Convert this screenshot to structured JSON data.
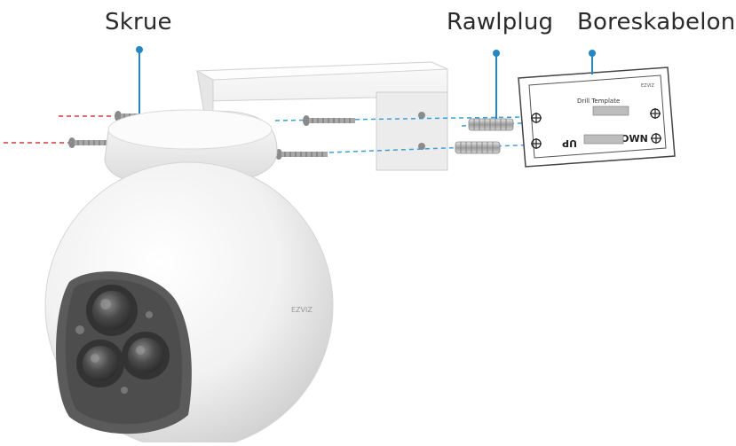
{
  "labels": {
    "screw": "Skrue",
    "wall_plug": "Rawlplug",
    "drill_template": "Boreskabelon"
  },
  "template_text": {
    "mark_up": "UP",
    "mark_down": "DOWN",
    "heading": "Drill Template",
    "tiny": "EZVIZ"
  },
  "brand_mark": "EZVIZ",
  "colors": {
    "callout_line": "#1e88c8",
    "screw_guide_red": "#d83a3a",
    "screw_guide_blue": "#3aa0d8",
    "camera_body": "#f4f4f4",
    "lens_panel": "#5b5b5b"
  },
  "icons": [
    "callout-pin-icon",
    "crosshair-icon"
  ]
}
